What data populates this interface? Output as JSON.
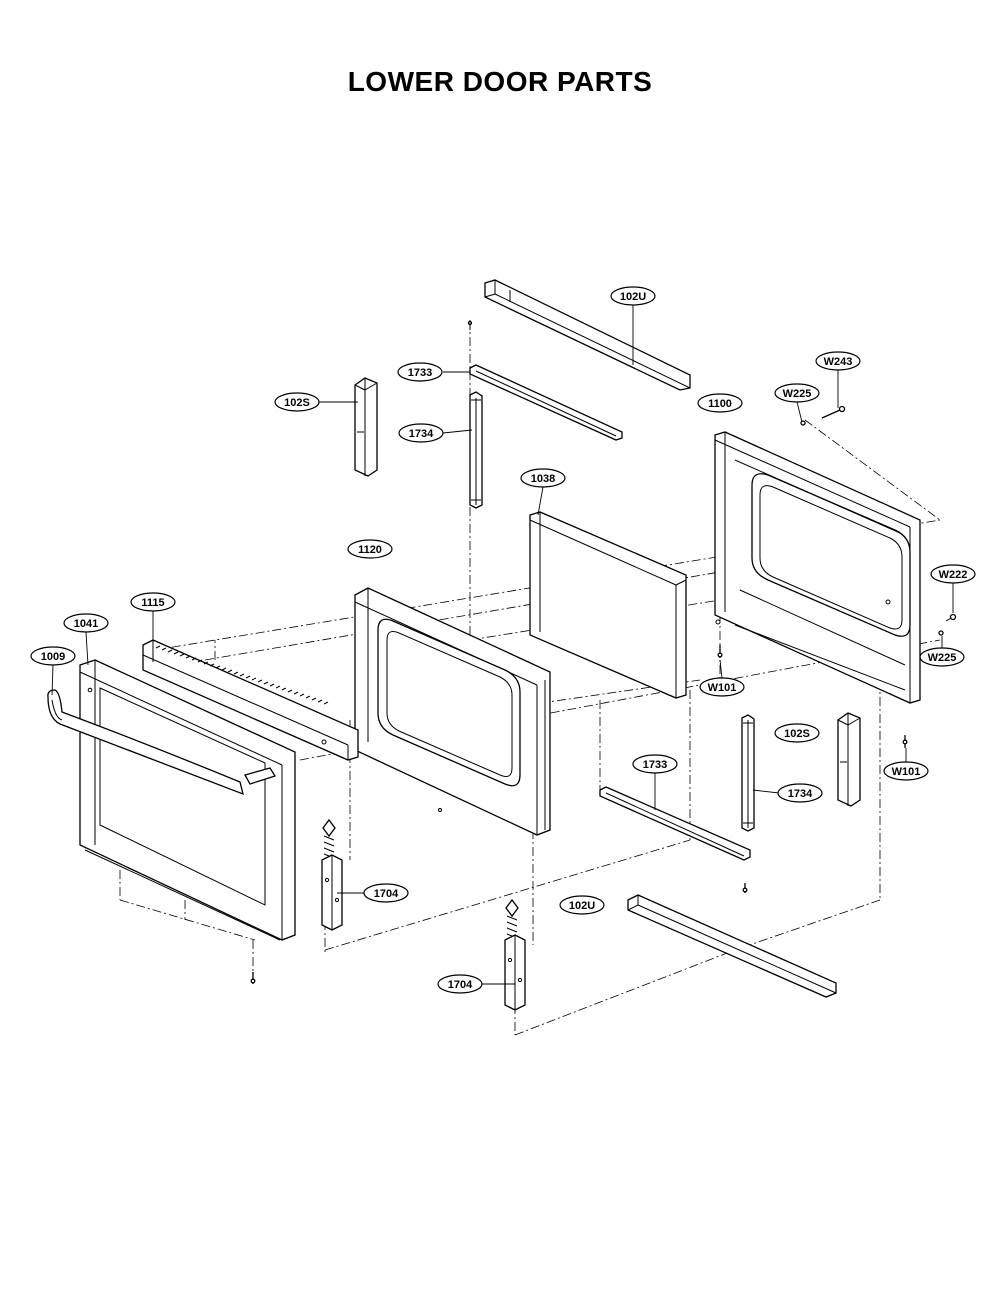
{
  "title": "LOWER DOOR PARTS",
  "callouts": {
    "c102U_top": "102U",
    "cW243": "W243",
    "c1733_top": "1733",
    "cW225_top": "W225",
    "c1100": "1100",
    "c102S_left": "102S",
    "c1734_top": "1734",
    "c1038": "1038",
    "c1120": "1120",
    "cW222": "W222",
    "c1115": "1115",
    "c1041": "1041",
    "c1009": "1009",
    "cW225_right": "W225",
    "cW101_mid": "W101",
    "c102S_right": "102S",
    "c1733_bot": "1733",
    "c1734_bot": "1734",
    "cW101_right": "W101",
    "c1704_left": "1704",
    "c102U_bot": "102U",
    "c1704_bot": "1704"
  }
}
